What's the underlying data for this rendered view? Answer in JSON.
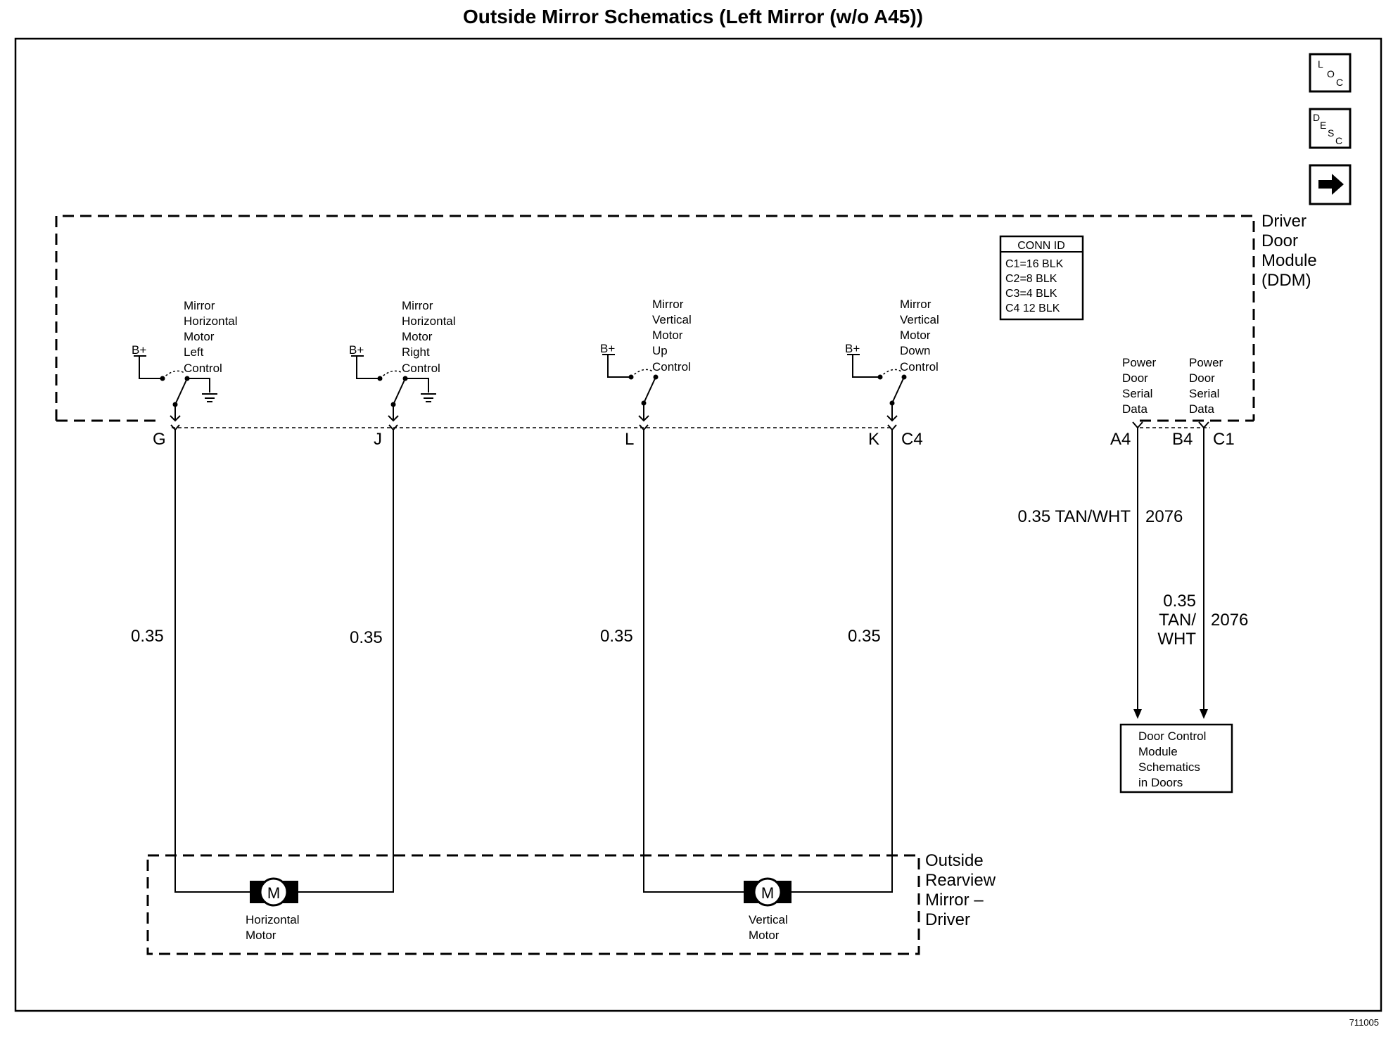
{
  "title": "Outside Mirror Schematics (Left Mirror (w/o A45))",
  "figure_number": "711005",
  "nav_icons": [
    {
      "name": "loc-icon",
      "letters": [
        "L",
        "O",
        "C"
      ]
    },
    {
      "name": "desc-icon",
      "letters": [
        "D",
        "E",
        "S",
        "C"
      ]
    },
    {
      "name": "arrow-right-icon",
      "glyph": "➡"
    }
  ],
  "ddm": {
    "label_lines": [
      "Driver",
      "Door",
      "Module",
      "(DDM)"
    ],
    "conn_id": {
      "header": "CONN ID",
      "rows": [
        "C1=16 BLK",
        "C2=8 BLK",
        "C3=4 BLK",
        "C4 12 BLK"
      ]
    },
    "supply_label": "B+",
    "switches": [
      {
        "label_lines": [
          "Mirror",
          "Horizontal",
          "Motor",
          "Left",
          "Control"
        ],
        "pin": "G",
        "wire": "0.35"
      },
      {
        "label_lines": [
          "Mirror",
          "Horizontal",
          "Motor",
          "Right",
          "Control"
        ],
        "pin": "J",
        "wire": "0.35"
      },
      {
        "label_lines": [
          "Mirror",
          "Vertical",
          "Motor",
          "Up",
          "Control"
        ],
        "pin": "L",
        "wire": "0.35"
      },
      {
        "label_lines": [
          "Mirror",
          "Vertical",
          "Motor",
          "Down",
          "Control"
        ],
        "pin": "K",
        "wire": "0.35"
      }
    ],
    "connector_c4": "C4",
    "serial": [
      {
        "label_lines": [
          "Power",
          "Door",
          "Serial",
          "Data"
        ],
        "pin": "A4"
      },
      {
        "label_lines": [
          "Power",
          "Door",
          "Serial",
          "Data"
        ],
        "pin": "B4"
      }
    ],
    "connector_c1": "C1"
  },
  "serial_wires": {
    "left": {
      "size_color": "0.35 TAN/WHT",
      "circuit": "2076"
    },
    "right": {
      "size_color_lines": [
        "0.35",
        "TAN/",
        "WHT"
      ],
      "circuit": "2076"
    }
  },
  "door_control_box": {
    "lines": [
      "Door Control",
      "Module",
      "Schematics",
      "in Doors"
    ]
  },
  "mirror": {
    "label_lines": [
      "Outside",
      "Rearview",
      "Mirror –",
      "Driver"
    ],
    "motors": [
      {
        "symbol": "M",
        "label_lines": [
          "Horizontal",
          "Motor"
        ]
      },
      {
        "symbol": "M",
        "label_lines": [
          "Vertical",
          "Motor"
        ]
      }
    ]
  }
}
